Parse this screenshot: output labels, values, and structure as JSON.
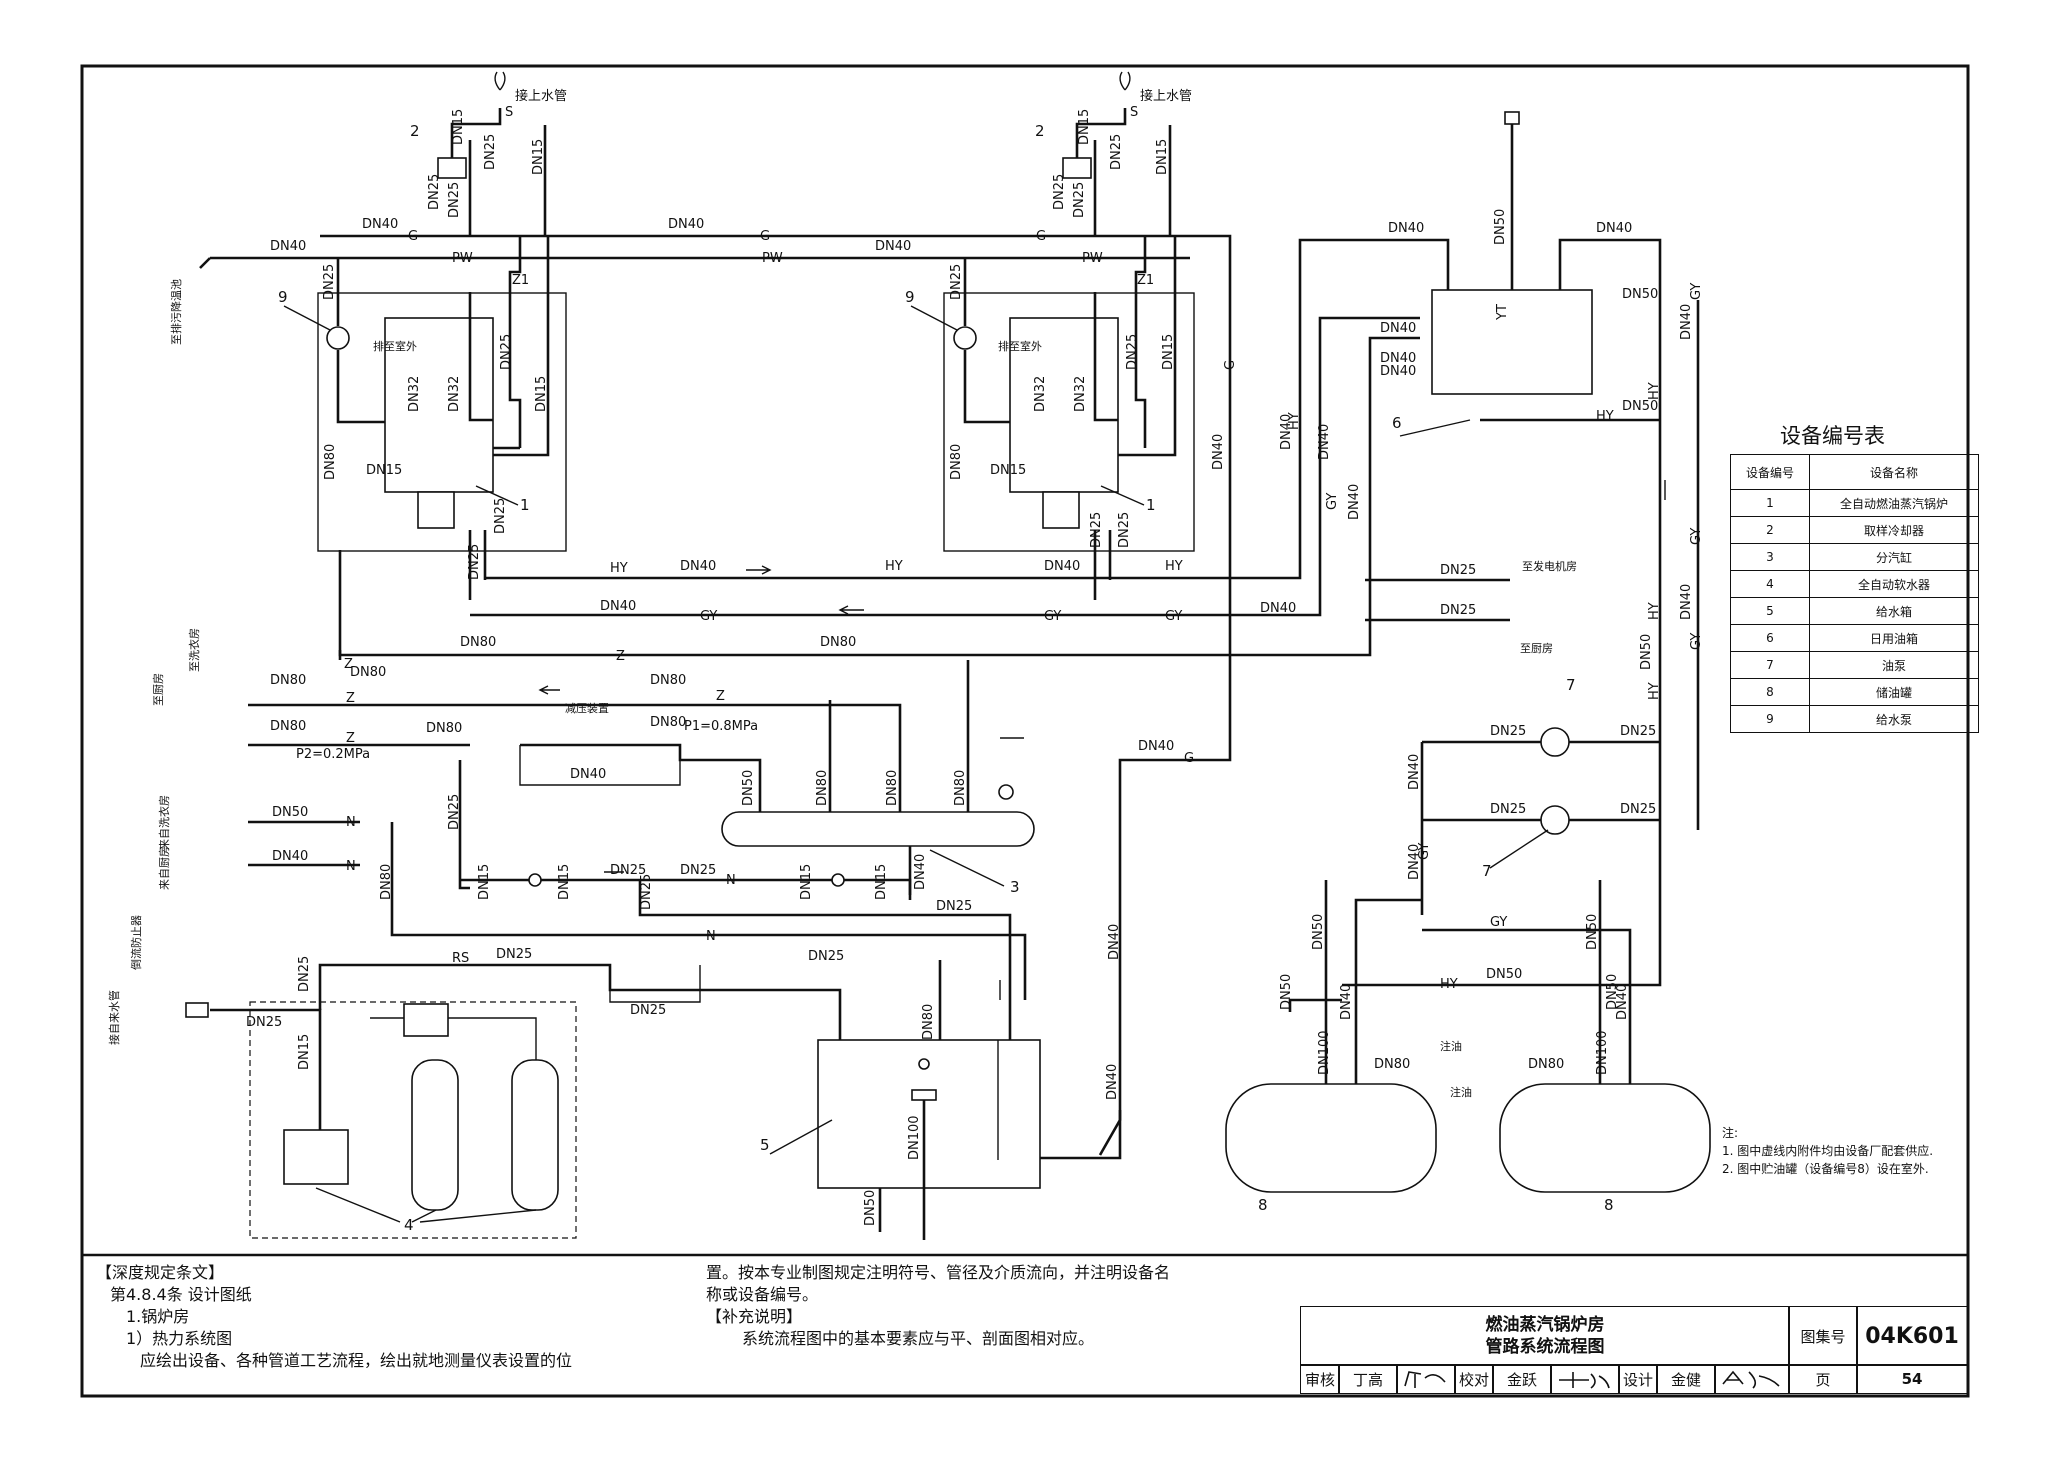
{
  "labels": {
    "to_water_supply": "接上水管",
    "to_drain": "至排污降温池",
    "to_outdoor": "排至室外",
    "to_generator_room": "至发电机房",
    "to_kitchen": "至厨房",
    "to_laundry": "至洗衣房",
    "to_kitchen2": "至厨房",
    "from_laundry": "来自洗衣房",
    "from_kitchen": "来自厨房",
    "backflow_preventer": "倒流防止器",
    "from_city_water": "接自来水管",
    "pressure_reducing": "减压装置",
    "p1": "P1=0.8MPa",
    "p2": "P2=0.2MPa",
    "fill_oil": "注油"
  },
  "pipe_sizes": {
    "dn15": "DN15",
    "dn25": "DN25",
    "dn32": "DN32",
    "dn40": "DN40",
    "dn50": "DN50",
    "dn80": "DN80",
    "dn100": "DN100"
  },
  "media": {
    "g": "G",
    "pw": "PW",
    "hy": "HY",
    "gy": "GY",
    "z": "Z",
    "n": "N",
    "rs": "RS",
    "s": "S",
    "z1": "Z1",
    "yt": "YT"
  },
  "equipment_table": {
    "title": "设备编号表",
    "col_no": "设备编号",
    "col_name": "设备名称",
    "rows": [
      {
        "no": "1",
        "name": "全自动燃油蒸汽锅炉"
      },
      {
        "no": "2",
        "name": "取样冷却器"
      },
      {
        "no": "3",
        "name": "分汽缸"
      },
      {
        "no": "4",
        "name": "全自动软水器"
      },
      {
        "no": "5",
        "name": "给水箱"
      },
      {
        "no": "6",
        "name": "日用油箱"
      },
      {
        "no": "7",
        "name": "油泵"
      },
      {
        "no": "8",
        "name": "储油罐"
      },
      {
        "no": "9",
        "name": "给水泵"
      }
    ]
  },
  "notes": {
    "title": "注:",
    "items": [
      "1. 图中虚线内附件均由设备厂配套供应.",
      "2. 图中贮油罐（设备编号8）设在室外."
    ]
  },
  "spec_text": {
    "heading": "【深度规定条文】",
    "clause": "第4.8.4条   设计图纸",
    "item1": "1.锅炉房",
    "item2": "1）热力系统图",
    "line1": "应绘出设备、各种管道工艺流程，绘出就地测量仪表设置的位",
    "line2": "置。按本专业制图规定注明符号、管径及介质流向，并注明设备名",
    "line3": "称或设备编号。",
    "supp_heading": "【补充说明】",
    "supp_text": "系统流程图中的基本要素应与平、剖面图相对应。"
  },
  "title_block": {
    "title_line1": "燃油蒸汽锅炉房",
    "title_line2": "管路系统流程图",
    "atlas_label": "图集号",
    "atlas_no": "04K601",
    "review_label": "审核",
    "review_name": "丁高",
    "check_label": "校对",
    "check_name": "金跃",
    "design_label": "设计",
    "design_name": "金健",
    "page_label": "页",
    "page_no": "54"
  }
}
